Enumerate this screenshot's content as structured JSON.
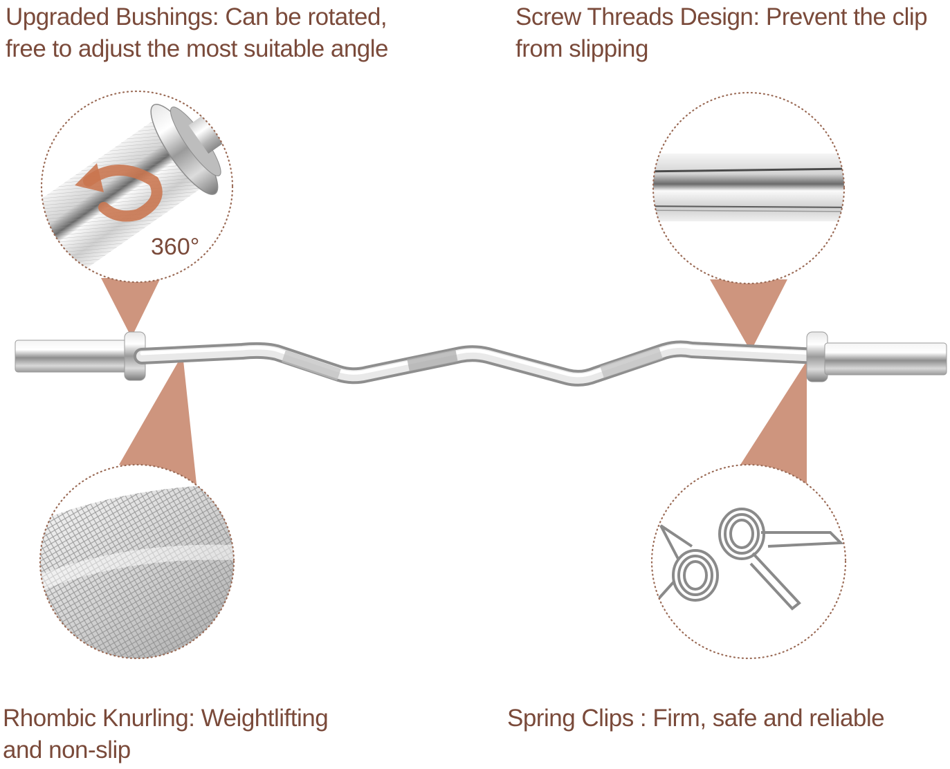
{
  "features": {
    "bushings": {
      "line1": "Upgraded Bushings: Can be rotated,",
      "line2": "free to adjust the most suitable angle",
      "rotation_label": "360°"
    },
    "threads": {
      "line1": "Screw Threads Design: Prevent the clip",
      "line2": "from slipping"
    },
    "knurling": {
      "line1": "Rhombic Knurling: Weightlifting",
      "line2": "and non-slip"
    },
    "clips": {
      "line1": "Spring Clips : Firm, safe and reliable"
    }
  },
  "colors": {
    "accent": "#c98a70",
    "text": "#7a4a3a",
    "dots": "#9a6a55",
    "chrome_light": "#f2f2f2",
    "chrome_dark": "#8c8c8c"
  }
}
